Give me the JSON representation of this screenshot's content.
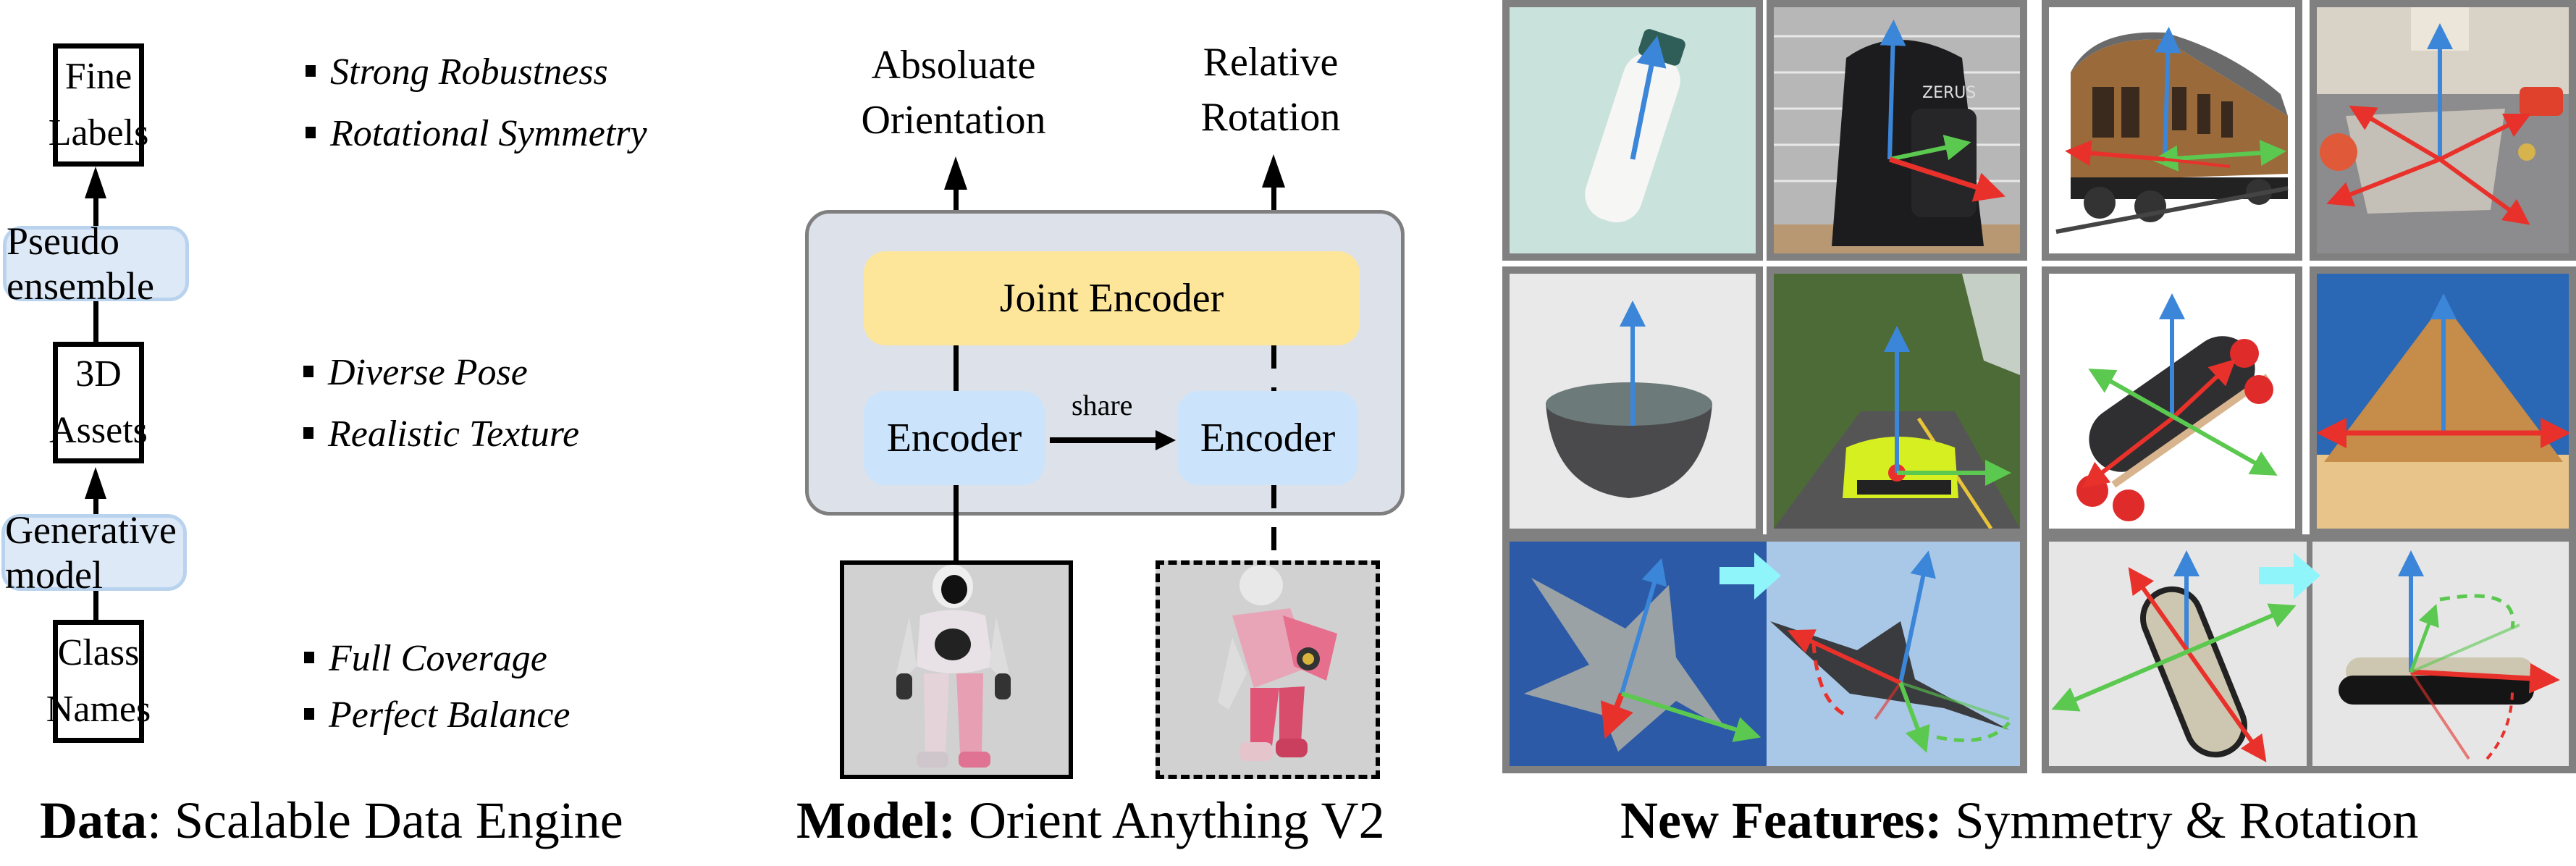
{
  "data_section": {
    "caption_bold": "Data",
    "caption_rest": ": Scalable Data Engine",
    "nodes": {
      "fine_labels": [
        "Fine",
        "Labels"
      ],
      "pseudo_ensemble": "Pseudo ensemble",
      "assets_3d": [
        "3D",
        "Assets"
      ],
      "generative_model": "Generative model",
      "class_names": [
        "Class",
        "Names"
      ]
    },
    "bullets": {
      "fine_labels": [
        "Strong Robustness",
        "Rotational Symmetry"
      ],
      "assets_3d": [
        "Diverse Pose",
        "Realistic Texture"
      ],
      "class_names": [
        "Full Coverage",
        "Perfect Balance"
      ]
    }
  },
  "model_section": {
    "caption_bold": "Model:",
    "caption_rest": " Orient Anything V2",
    "outputs": {
      "absolute": [
        "Absoluate",
        "Orientation"
      ],
      "relative": [
        "Relative",
        "Rotation"
      ]
    },
    "joint_encoder": "Joint Encoder",
    "encoder_left": "Encoder",
    "encoder_right": "Encoder",
    "share_label": "share",
    "inputs": [
      "robot-front-view",
      "robot-rotated-view"
    ]
  },
  "features_section": {
    "caption_bold": "New Features:",
    "caption_rest": " Symmetry & Rotation",
    "tiles": [
      {
        "subject": "bottle"
      },
      {
        "subject": "backpack",
        "logo_text": "ZERUS"
      },
      {
        "subject": "train-carriage"
      },
      {
        "subject": "toy-box"
      },
      {
        "subject": "bowl"
      },
      {
        "subject": "sports-car"
      },
      {
        "subject": "skateboard"
      },
      {
        "subject": "pyramid"
      },
      {
        "subject": "fighter-jet-rotation"
      },
      {
        "subject": "skateboard-rotation"
      }
    ]
  },
  "colors": {
    "pill_fill": "#dde9f6",
    "pill_border": "#b9d3ee",
    "joint_fill": "#fde69a",
    "encoder_fill": "#cce4fb",
    "panel_fill": "#dde1e9",
    "panel_border": "#7f7f7f",
    "axis_up": "#3b86d8",
    "axis_front": "#e8312a",
    "axis_side": "#5bc94f",
    "rotation_arrow": "#8ff5fb",
    "tile_frame": "#808080"
  }
}
